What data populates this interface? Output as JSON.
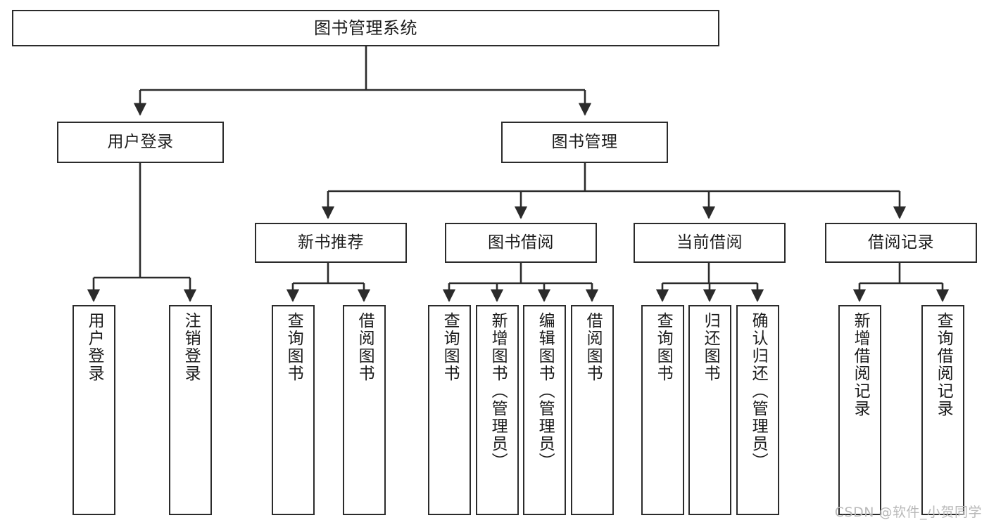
{
  "diagram": {
    "title": "图书管理系统",
    "type": "tree-hierarchy",
    "watermark": "CSDN @软件_小贺同学",
    "colors": {
      "background": "#ffffff",
      "box_border": "#2b2b2b",
      "box_fill": "#ffffff",
      "connector": "#2b2b2b",
      "text": "#1b1b1b",
      "watermark": "#b9b9b9"
    },
    "levels": {
      "root": {
        "label": "图书管理系统"
      },
      "level2": [
        {
          "id": "user-login",
          "label": "用户登录"
        },
        {
          "id": "book-manage",
          "label": "图书管理"
        }
      ],
      "level3": [
        {
          "id": "new-book-recommend",
          "label": "新书推荐",
          "parent": "book-manage"
        },
        {
          "id": "book-borrow",
          "label": "图书借阅",
          "parent": "book-manage"
        },
        {
          "id": "current-borrow",
          "label": "当前借阅",
          "parent": "book-manage"
        },
        {
          "id": "borrow-record",
          "label": "借阅记录",
          "parent": "book-manage"
        }
      ],
      "leaves": [
        {
          "id": "leaf-user-login",
          "label": "用户登录",
          "parent": "user-login"
        },
        {
          "id": "leaf-logout-login",
          "label": "注销登录",
          "parent": "user-login"
        },
        {
          "id": "leaf-query-book-1",
          "label": "查询图书",
          "parent": "new-book-recommend"
        },
        {
          "id": "leaf-borrow-book-1",
          "label": "借阅图书",
          "parent": "new-book-recommend"
        },
        {
          "id": "leaf-query-book-2",
          "label": "查询图书",
          "parent": "book-borrow"
        },
        {
          "id": "leaf-add-book",
          "label": "新增图书（管理员）",
          "parent": "book-borrow"
        },
        {
          "id": "leaf-edit-book",
          "label": "编辑图书（管理员）",
          "parent": "book-borrow"
        },
        {
          "id": "leaf-borrow-book-2",
          "label": "借阅图书",
          "parent": "book-borrow"
        },
        {
          "id": "leaf-query-book-3",
          "label": "查询图书",
          "parent": "current-borrow"
        },
        {
          "id": "leaf-return-book",
          "label": "归还图书",
          "parent": "current-borrow"
        },
        {
          "id": "leaf-confirm-return",
          "label": "确认归还（管理员）",
          "parent": "current-borrow"
        },
        {
          "id": "leaf-add-record",
          "label": "新增借阅记录",
          "parent": "borrow-record"
        },
        {
          "id": "leaf-query-record",
          "label": "查询借阅记录",
          "parent": "borrow-record"
        }
      ]
    }
  }
}
